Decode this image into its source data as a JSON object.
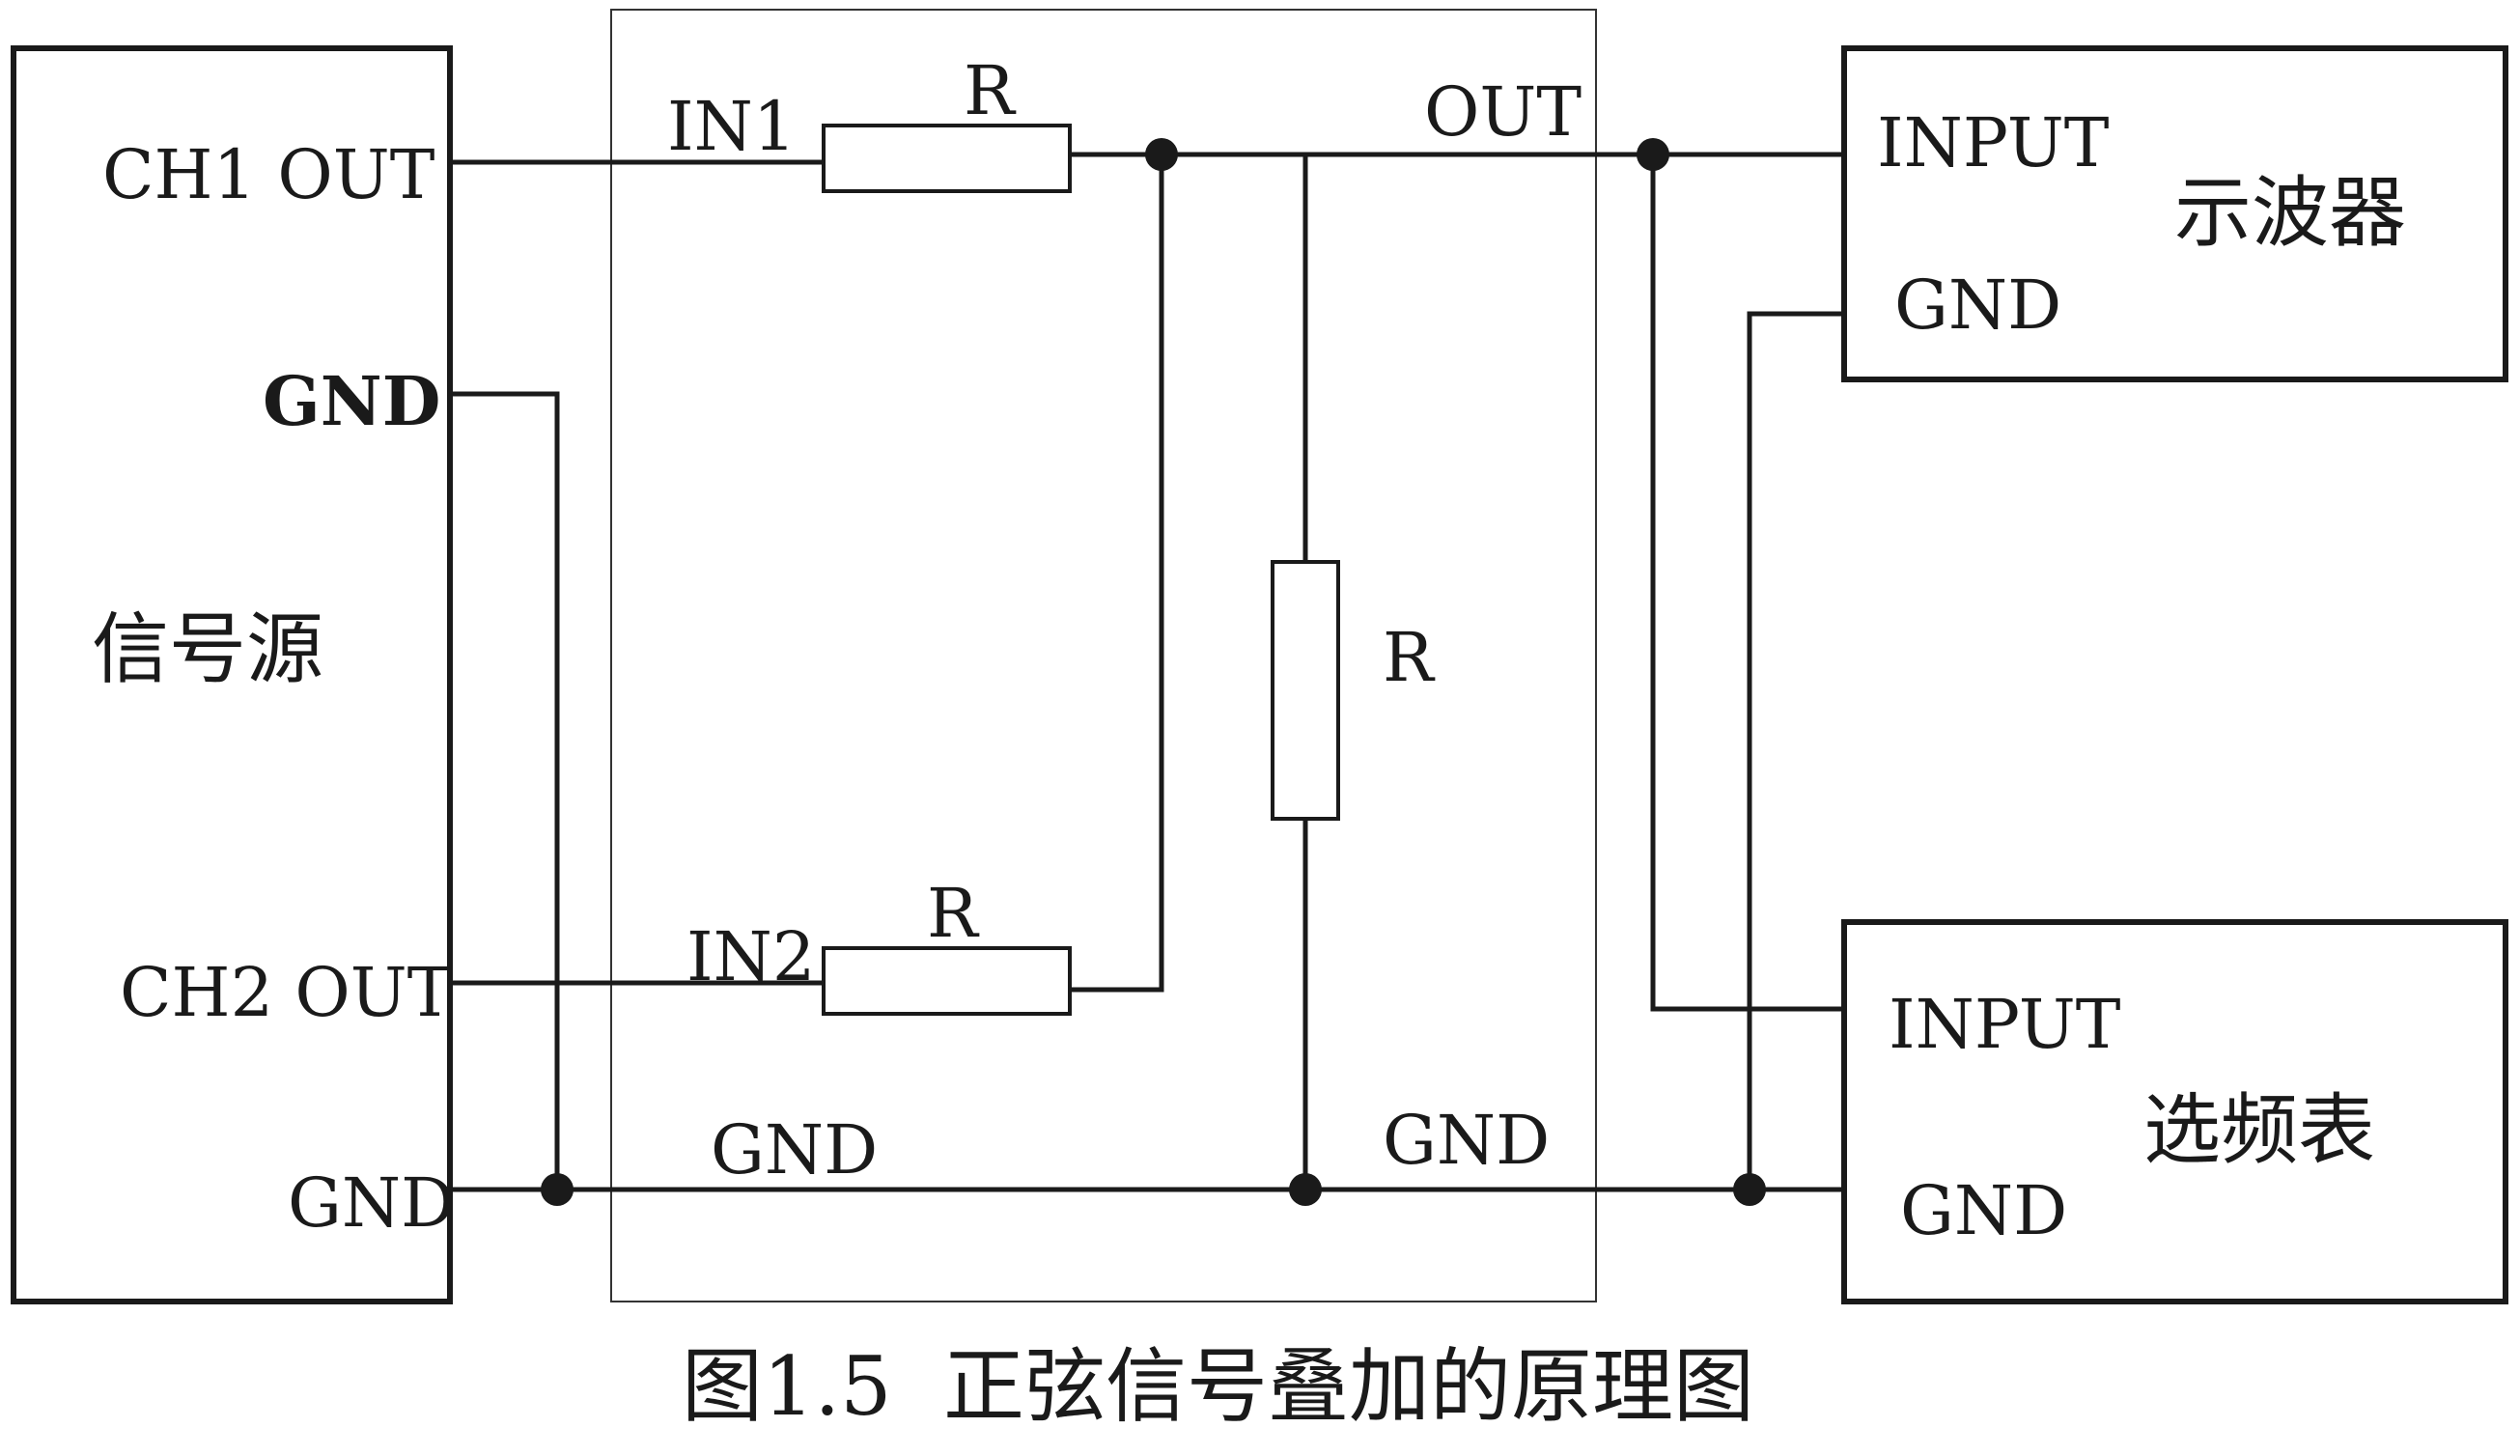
{
  "signal_source": {
    "title": "信号源",
    "ch1_out": "CH1 OUT",
    "gnd_top": "GND",
    "ch2_out": "CH2 OUT",
    "gnd_bottom": "GND"
  },
  "adder_circuit": {
    "in1": "IN1",
    "in2": "IN2",
    "out": "OUT",
    "resistor_in1": "R",
    "resistor_in2": "R",
    "resistor_shunt": "R",
    "gnd_left": "GND",
    "gnd_right": "GND"
  },
  "oscilloscope": {
    "title": "示波器",
    "input": "INPUT",
    "gnd": "GND"
  },
  "frequency_meter": {
    "title": "选频表",
    "input": "INPUT",
    "gnd": "GND"
  },
  "caption": "图1.5  正弦信号叠加的原理图"
}
